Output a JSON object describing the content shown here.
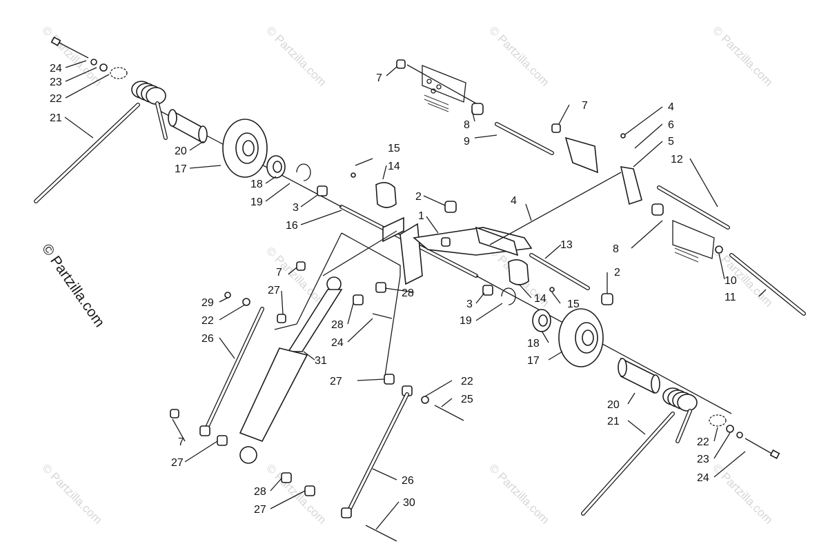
{
  "copyright": "© Partzilla.com",
  "watermark": "© Partzilla.com",
  "labels": [
    {
      "id": "l24a",
      "text": "24"
    },
    {
      "id": "l23a",
      "text": "23"
    },
    {
      "id": "l22a",
      "text": "22"
    },
    {
      "id": "l21a",
      "text": "21"
    },
    {
      "id": "l20a",
      "text": "20"
    },
    {
      "id": "l17a",
      "text": "17"
    },
    {
      "id": "l18a",
      "text": "18"
    },
    {
      "id": "l19a",
      "text": "19"
    },
    {
      "id": "l3a",
      "text": "3"
    },
    {
      "id": "l16",
      "text": "16"
    },
    {
      "id": "l15a",
      "text": "15"
    },
    {
      "id": "l14a",
      "text": "14"
    },
    {
      "id": "l2a",
      "text": "2"
    },
    {
      "id": "l1",
      "text": "1"
    },
    {
      "id": "l4a",
      "text": "4"
    },
    {
      "id": "l7a",
      "text": "7"
    },
    {
      "id": "l8a",
      "text": "8"
    },
    {
      "id": "l9",
      "text": "9"
    },
    {
      "id": "l7b",
      "text": "7"
    },
    {
      "id": "l4b",
      "text": "4"
    },
    {
      "id": "l6",
      "text": "6"
    },
    {
      "id": "l5",
      "text": "5"
    },
    {
      "id": "l12",
      "text": "12"
    },
    {
      "id": "l13",
      "text": "13"
    },
    {
      "id": "l8b",
      "text": "8"
    },
    {
      "id": "l2b",
      "text": "2"
    },
    {
      "id": "l10",
      "text": "10"
    },
    {
      "id": "l11",
      "text": "11"
    },
    {
      "id": "l7c",
      "text": "7"
    },
    {
      "id": "l27a",
      "text": "27"
    },
    {
      "id": "l29",
      "text": "29"
    },
    {
      "id": "l22b",
      "text": "22"
    },
    {
      "id": "l26a",
      "text": "26"
    },
    {
      "id": "l28a",
      "text": "28"
    },
    {
      "id": "l28b",
      "text": "28"
    },
    {
      "id": "l24b",
      "text": "24"
    },
    {
      "id": "l31",
      "text": "31"
    },
    {
      "id": "l3b",
      "text": "3"
    },
    {
      "id": "l19b",
      "text": "19"
    },
    {
      "id": "l14b",
      "text": "14"
    },
    {
      "id": "l15b",
      "text": "15"
    },
    {
      "id": "l18b",
      "text": "18"
    },
    {
      "id": "l17b",
      "text": "17"
    },
    {
      "id": "l27b",
      "text": "27"
    },
    {
      "id": "l22c",
      "text": "22"
    },
    {
      "id": "l25",
      "text": "25"
    },
    {
      "id": "l7d",
      "text": "7"
    },
    {
      "id": "l27c",
      "text": "27"
    },
    {
      "id": "l26b",
      "text": "26"
    },
    {
      "id": "l28c",
      "text": "28"
    },
    {
      "id": "l27d",
      "text": "27"
    },
    {
      "id": "l30",
      "text": "30"
    },
    {
      "id": "l20b",
      "text": "20"
    },
    {
      "id": "l21b",
      "text": "21"
    },
    {
      "id": "l22d",
      "text": "22"
    },
    {
      "id": "l23b",
      "text": "23"
    },
    {
      "id": "l24c",
      "text": "24"
    }
  ]
}
